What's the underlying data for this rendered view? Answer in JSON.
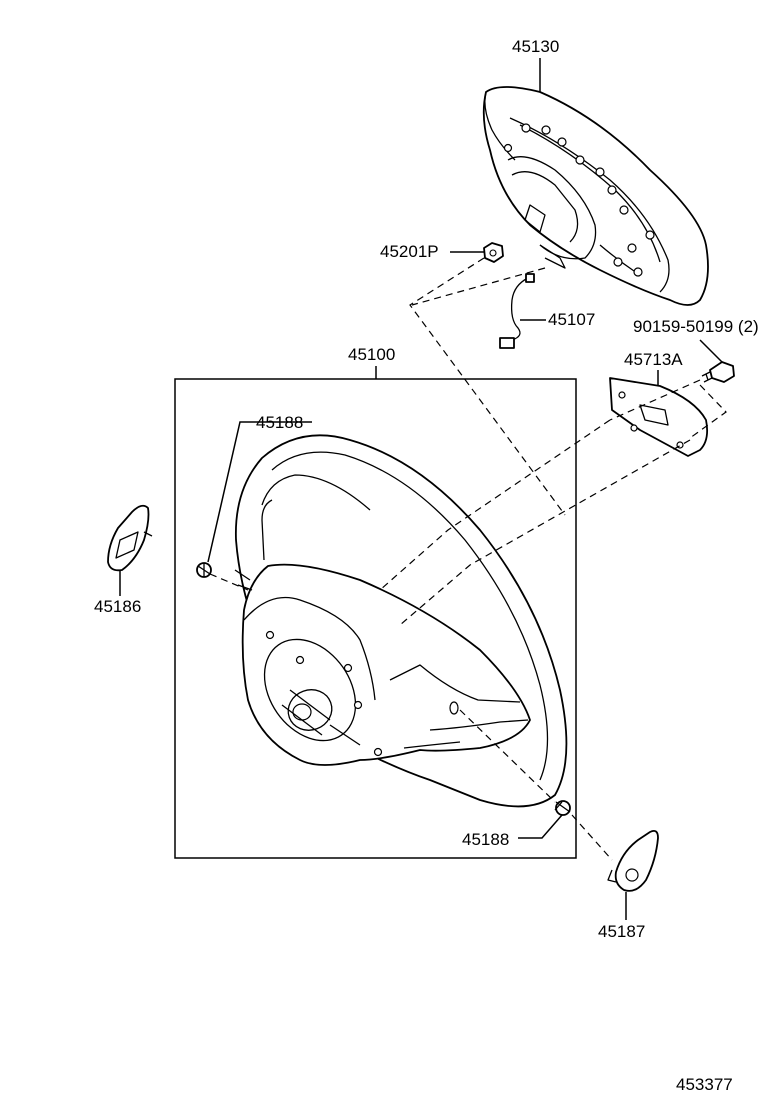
{
  "diagram": {
    "labels": {
      "p45130": "45130",
      "p45201P": "45201P",
      "p45107": "45107",
      "p90159": "90159-50199 (2)",
      "p45713A": "45713A",
      "p45100": "45100",
      "p45188a": "45188",
      "p45186": "45186",
      "p45188b": "45188",
      "p45187": "45187",
      "ref": "453377"
    }
  }
}
